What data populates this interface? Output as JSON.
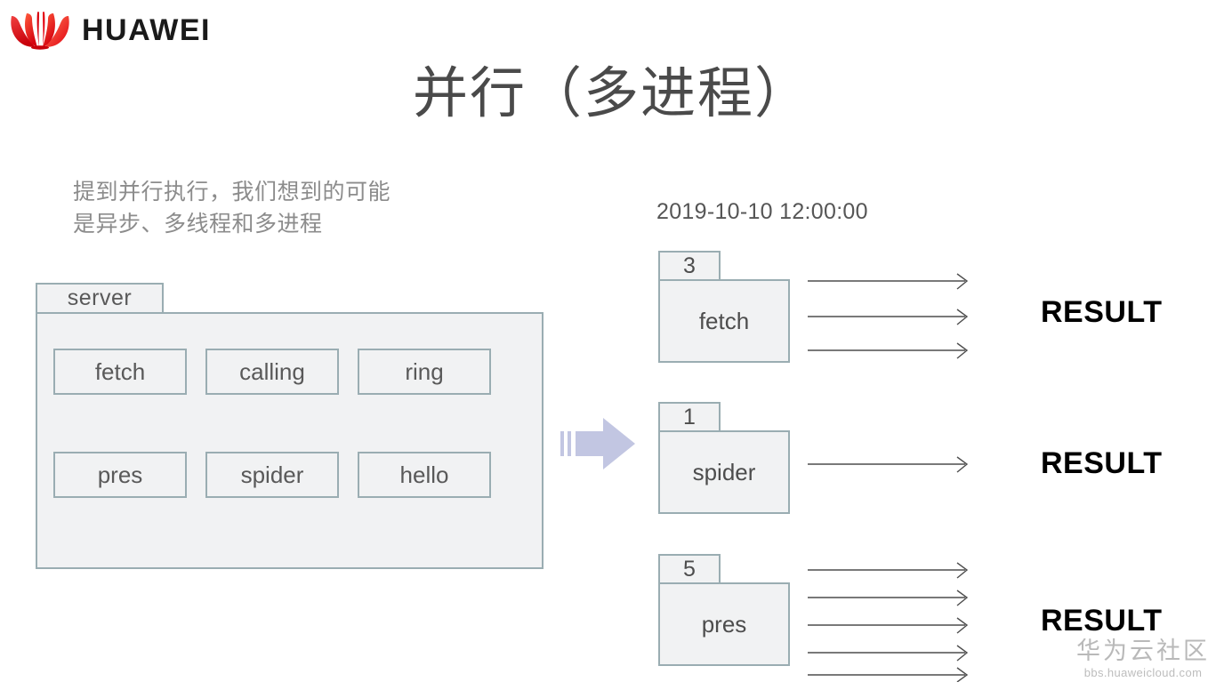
{
  "brand": {
    "logo_icon": "huawei-flower-logo",
    "wordmark": "HUAWEI",
    "logo_color": "#e60012"
  },
  "title": "并行（多进程）",
  "intro": {
    "line1": "提到并行执行，我们想到的可能",
    "line2": "是异步、多线程和多进程"
  },
  "server_package": {
    "label": "server",
    "tasks": [
      {
        "label": "fetch"
      },
      {
        "label": "calling"
      },
      {
        "label": "ring"
      },
      {
        "label": "pres"
      },
      {
        "label": "spider"
      },
      {
        "label": "hello"
      }
    ],
    "fill_color": "#f1f2f3",
    "border_color": "#9aadb2"
  },
  "transition": {
    "icon": "right-block-arrow-icon",
    "color": "#c2c6e2"
  },
  "timeline": {
    "timestamp": "2019-10-10 12:00:00"
  },
  "processes": [
    {
      "count": "3",
      "name": "fetch",
      "arrows": 3,
      "result_label": "RESULT"
    },
    {
      "count": "1",
      "name": "spider",
      "arrows": 1,
      "result_label": "RESULT"
    },
    {
      "count": "5",
      "name": "pres",
      "arrows": 5,
      "result_label": "RESULT"
    }
  ],
  "watermark": {
    "text_cn": "华为云社区",
    "url": "bbs.huaweicloud.com"
  }
}
